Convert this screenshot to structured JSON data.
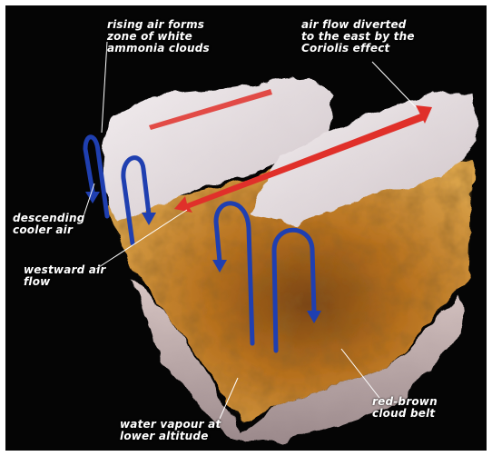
{
  "figure": {
    "labels": {
      "rising_air": [
        "rising air forms",
        "zone of white",
        "ammonia clouds"
      ],
      "coriolis": [
        "air flow diverted",
        "to the east by the",
        "Coriolis effect"
      ],
      "descending": [
        "descending",
        "cooler air"
      ],
      "westward": [
        "westward air",
        "flow"
      ],
      "water_vapour": [
        "water vapour at",
        "lower altitude"
      ],
      "red_brown": [
        "red-brown",
        "cloud belt"
      ]
    },
    "colors": {
      "background": "#050505",
      "white_cloud": "#e6dde0",
      "brown_belt": "#b8741f",
      "air_flow_arrow": "#e0302a",
      "descending_arrow": "#1f3fb0",
      "label_text": "#ffffff"
    }
  }
}
